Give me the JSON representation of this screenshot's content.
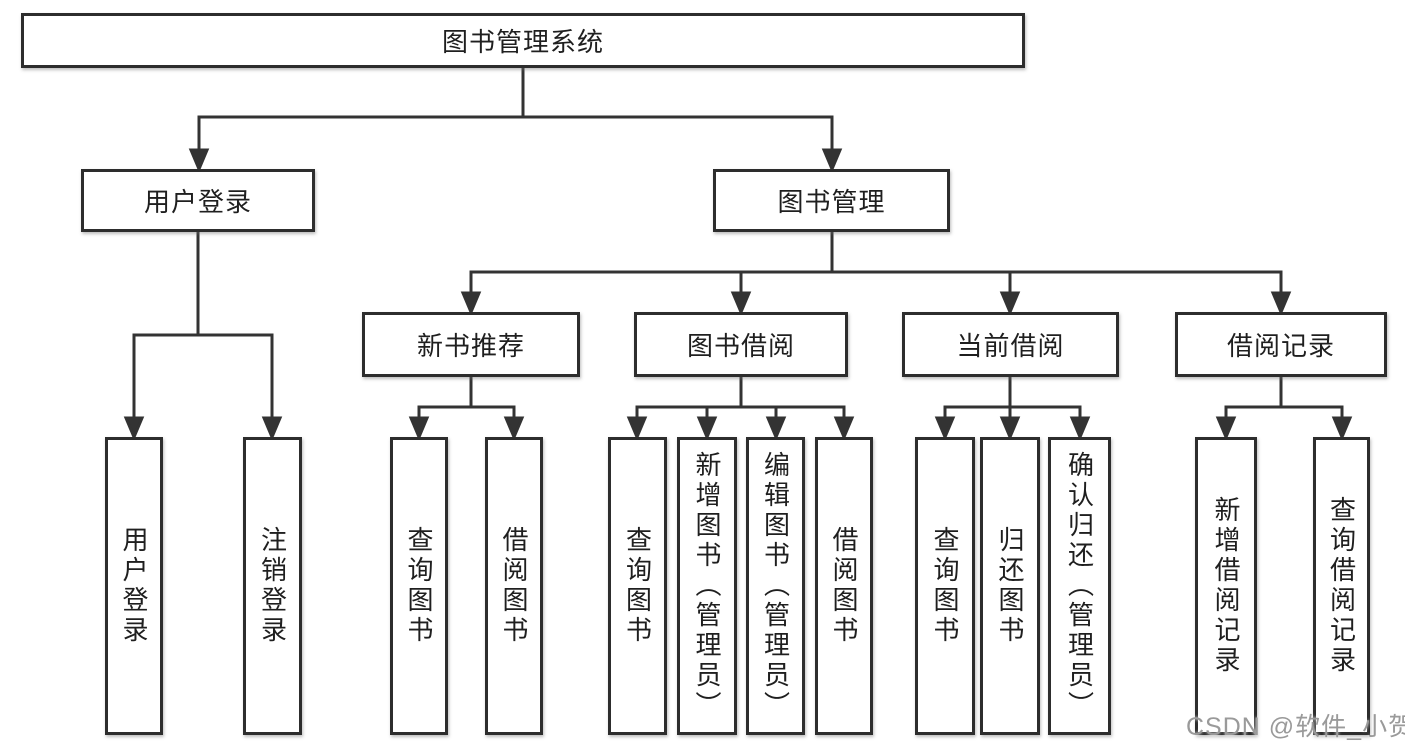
{
  "colors": {
    "background": "#ffffff",
    "line": "#333333",
    "box_border": "#2d2d2d",
    "box_background": "#ffffff",
    "text": "#1f1f1f",
    "watermark": "#9a9a9a"
  },
  "nodes": {
    "root": {
      "label": "图书管理系统"
    },
    "user_login": {
      "label": "用户登录"
    },
    "book_management": {
      "label": "图书管理"
    },
    "new_book_rec": {
      "label": "新书推荐"
    },
    "book_borrow": {
      "label": "图书借阅"
    },
    "current_borrow": {
      "label": "当前借阅"
    },
    "borrow_records": {
      "label": "借阅记录"
    },
    "leaf_user_login": {
      "label": "用户登录"
    },
    "leaf_logout": {
      "label": "注销登录"
    },
    "leaf_nbr_query": {
      "label": "查询图书"
    },
    "leaf_nbr_borrow": {
      "label": "借阅图书"
    },
    "leaf_bb_query": {
      "label": "查询图书"
    },
    "leaf_bb_add": {
      "label": "新增图书（管理员）"
    },
    "leaf_bb_edit": {
      "label": "编辑图书（管理员）"
    },
    "leaf_bb_borrow": {
      "label": "借阅图书"
    },
    "leaf_cb_query": {
      "label": "查询图书"
    },
    "leaf_cb_return": {
      "label": "归还图书"
    },
    "leaf_cb_confirm": {
      "label": "确认归还（管理员）"
    },
    "leaf_br_add": {
      "label": "新增借阅记录"
    },
    "leaf_br_query": {
      "label": "查询借阅记录"
    }
  },
  "hierarchy": {
    "图书管理系统": [
      "用户登录",
      "图书管理"
    ],
    "用户登录": [
      "用户登录",
      "注销登录"
    ],
    "图书管理": [
      "新书推荐",
      "图书借阅",
      "当前借阅",
      "借阅记录"
    ],
    "新书推荐": [
      "查询图书",
      "借阅图书"
    ],
    "图书借阅": [
      "查询图书",
      "新增图书（管理员）",
      "编辑图书（管理员）",
      "借阅图书"
    ],
    "当前借阅": [
      "查询图书",
      "归还图书",
      "确认归还（管理员）"
    ],
    "借阅记录": [
      "新增借阅记录",
      "查询借阅记录"
    ]
  },
  "watermark": {
    "text": "CSDN @软件_小贺同学"
  }
}
